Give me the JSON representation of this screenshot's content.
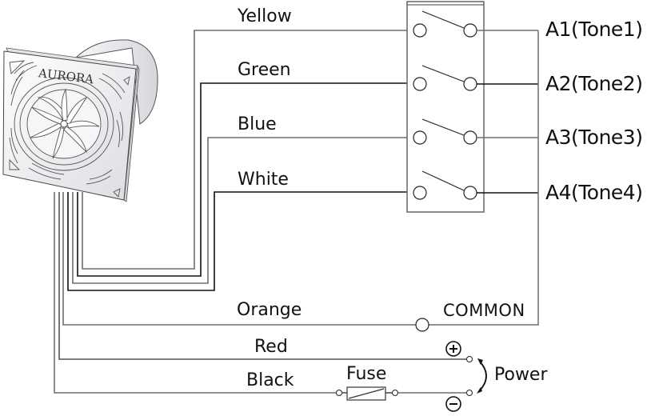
{
  "device": {
    "brand": "AURORA"
  },
  "wires": [
    {
      "label": "Yellow"
    },
    {
      "label": "Green"
    },
    {
      "label": "Blue"
    },
    {
      "label": "White"
    },
    {
      "label": "Orange"
    },
    {
      "label": "Red"
    },
    {
      "label": "Black"
    }
  ],
  "switch_outputs": [
    {
      "label": "A1(Tone1)"
    },
    {
      "label": "A2(Tone2)"
    },
    {
      "label": "A3(Tone3)"
    },
    {
      "label": "A4(Tone4)"
    }
  ],
  "common": {
    "label": "COMMON"
  },
  "fuse": {
    "label": "Fuse"
  },
  "power": {
    "label": "Power",
    "positive_symbol": "+",
    "negative_symbol": "−"
  },
  "colors": {
    "line_dark": "#111111",
    "line_gray": "#6e6e6e",
    "device_fill": "#f2f2f4"
  }
}
